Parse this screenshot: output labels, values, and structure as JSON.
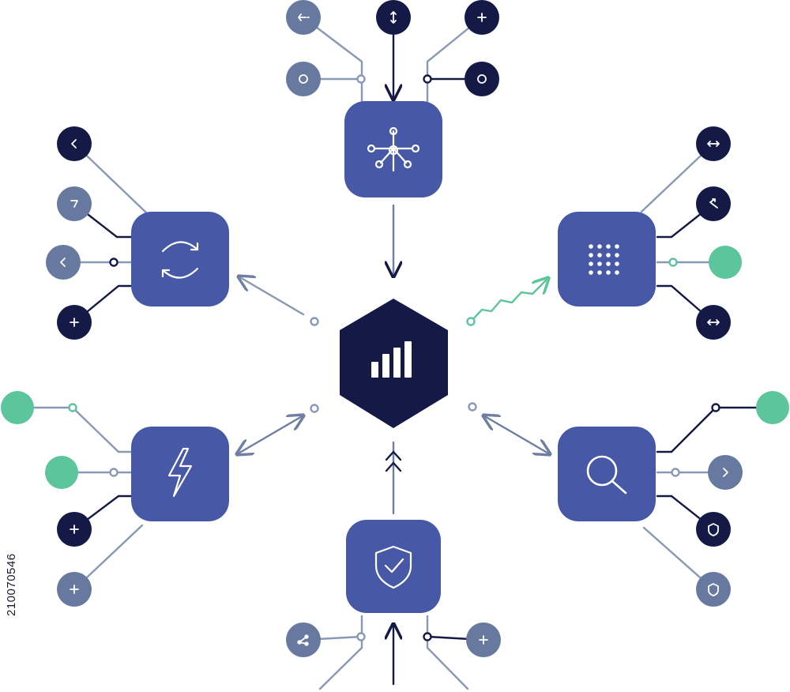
{
  "watermark_id": "210070546",
  "colors": {
    "node_blue": "#4658a6",
    "hub_navy": "#141a45",
    "navy": "#141a45",
    "slate": "#67799f",
    "green": "#5cc59c",
    "line": "#8898b5",
    "white": "#ffffff"
  },
  "hub": {
    "icon": "bar-chart-icon"
  },
  "nodes": [
    {
      "id": "top",
      "icon": "network-nodes-icon"
    },
    {
      "id": "top-left",
      "icon": "refresh-cycle-icon"
    },
    {
      "id": "top-right",
      "icon": "dot-grid-icon"
    },
    {
      "id": "bottom-left",
      "icon": "lightning-bolt-icon"
    },
    {
      "id": "bottom-right",
      "icon": "magnifier-icon"
    },
    {
      "id": "bottom",
      "icon": "shield-check-icon"
    }
  ],
  "satellites": [
    {
      "node": "top",
      "style": "slate",
      "icon": "back-arrow-icon"
    },
    {
      "node": "top",
      "style": "slate",
      "icon": "circle-icon"
    },
    {
      "node": "top",
      "style": "navy",
      "icon": "vertical-arrows-icon"
    },
    {
      "node": "top",
      "style": "navy",
      "icon": "plus-icon"
    },
    {
      "node": "top",
      "style": "navy",
      "icon": "circle-icon"
    },
    {
      "node": "top-left",
      "style": "navy",
      "icon": "chevron-left-icon"
    },
    {
      "node": "top-left",
      "style": "slate",
      "icon": "corner-icon"
    },
    {
      "node": "top-left",
      "style": "slate",
      "icon": "chevron-left-icon"
    },
    {
      "node": "top-left",
      "style": "navy",
      "icon": "plus-icon"
    },
    {
      "node": "top-right",
      "style": "navy",
      "icon": "horizontal-arrows-icon"
    },
    {
      "node": "top-right",
      "style": "navy",
      "icon": "turn-arrow-icon"
    },
    {
      "node": "top-right",
      "style": "green",
      "icon": ""
    },
    {
      "node": "top-right",
      "style": "navy",
      "icon": "horizontal-arrows-icon"
    },
    {
      "node": "bottom-left",
      "style": "green",
      "icon": ""
    },
    {
      "node": "bottom-left",
      "style": "green",
      "icon": ""
    },
    {
      "node": "bottom-left",
      "style": "navy",
      "icon": "plus-icon"
    },
    {
      "node": "bottom-left",
      "style": "slate",
      "icon": "plus-icon"
    },
    {
      "node": "bottom-right",
      "style": "green",
      "icon": ""
    },
    {
      "node": "bottom-right",
      "style": "slate",
      "icon": "chevron-right-icon"
    },
    {
      "node": "bottom-right",
      "style": "navy",
      "icon": "shield-icon"
    },
    {
      "node": "bottom-right",
      "style": "slate",
      "icon": "shield-icon"
    },
    {
      "node": "bottom",
      "style": "slate",
      "icon": "share-icon"
    },
    {
      "node": "bottom",
      "style": "slate",
      "icon": "plus-icon"
    }
  ]
}
